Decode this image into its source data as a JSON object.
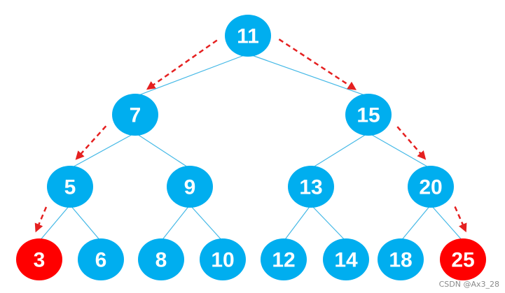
{
  "tree": {
    "colors": {
      "node": "#00aeef",
      "highlight": "#ff0000",
      "edge": "#43b8e6",
      "arrow": "#e52020",
      "label": "#ffffff"
    },
    "nodes": [
      {
        "id": "n11",
        "label": "11",
        "highlight": false
      },
      {
        "id": "n7",
        "label": "7",
        "highlight": false
      },
      {
        "id": "n15",
        "label": "15",
        "highlight": false
      },
      {
        "id": "n5",
        "label": "5",
        "highlight": false
      },
      {
        "id": "n9",
        "label": "9",
        "highlight": false
      },
      {
        "id": "n13",
        "label": "13",
        "highlight": false
      },
      {
        "id": "n20",
        "label": "20",
        "highlight": false
      },
      {
        "id": "n3",
        "label": "3",
        "highlight": true
      },
      {
        "id": "n6",
        "label": "6",
        "highlight": false
      },
      {
        "id": "n8",
        "label": "8",
        "highlight": false
      },
      {
        "id": "n10",
        "label": "10",
        "highlight": false
      },
      {
        "id": "n12",
        "label": "12",
        "highlight": false
      },
      {
        "id": "n14",
        "label": "14",
        "highlight": false
      },
      {
        "id": "n18",
        "label": "18",
        "highlight": false
      },
      {
        "id": "n25",
        "label": "25",
        "highlight": true
      }
    ],
    "edges": [
      [
        "n11",
        "n7"
      ],
      [
        "n11",
        "n15"
      ],
      [
        "n7",
        "n5"
      ],
      [
        "n7",
        "n9"
      ],
      [
        "n15",
        "n13"
      ],
      [
        "n15",
        "n20"
      ],
      [
        "n5",
        "n3"
      ],
      [
        "n5",
        "n6"
      ],
      [
        "n9",
        "n8"
      ],
      [
        "n9",
        "n10"
      ],
      [
        "n13",
        "n12"
      ],
      [
        "n13",
        "n14"
      ],
      [
        "n20",
        "n18"
      ],
      [
        "n20",
        "n25"
      ]
    ],
    "arrow_paths": [
      [
        "n11",
        "n7",
        "n5",
        "n3"
      ],
      [
        "n11",
        "n15",
        "n20",
        "n25"
      ]
    ]
  },
  "watermark": "CSDN @Ax3_28"
}
